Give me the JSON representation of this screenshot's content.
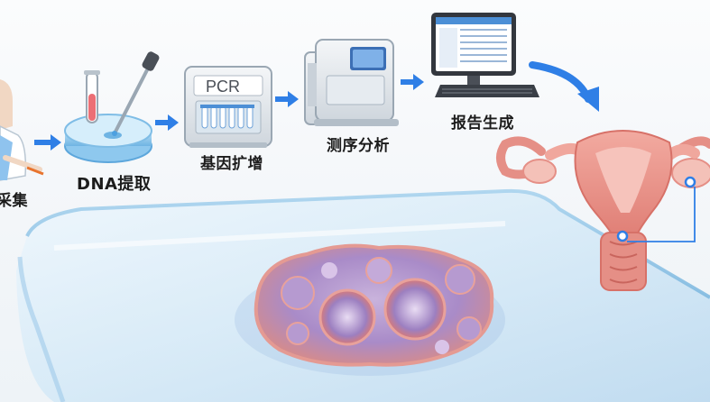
{
  "steps": {
    "collect": "采集",
    "dna": "DNA提取",
    "pcr": "基因扩增",
    "seq": "测序分析",
    "report": "报告生成"
  },
  "pcr_device": {
    "label": "PCR"
  },
  "colors": {
    "arrow": "#2f7fe6",
    "uterus": "#e58f86",
    "glass": "#cfe6f5",
    "tissue": "#b98fc8",
    "connector": "#2f7fe6"
  }
}
